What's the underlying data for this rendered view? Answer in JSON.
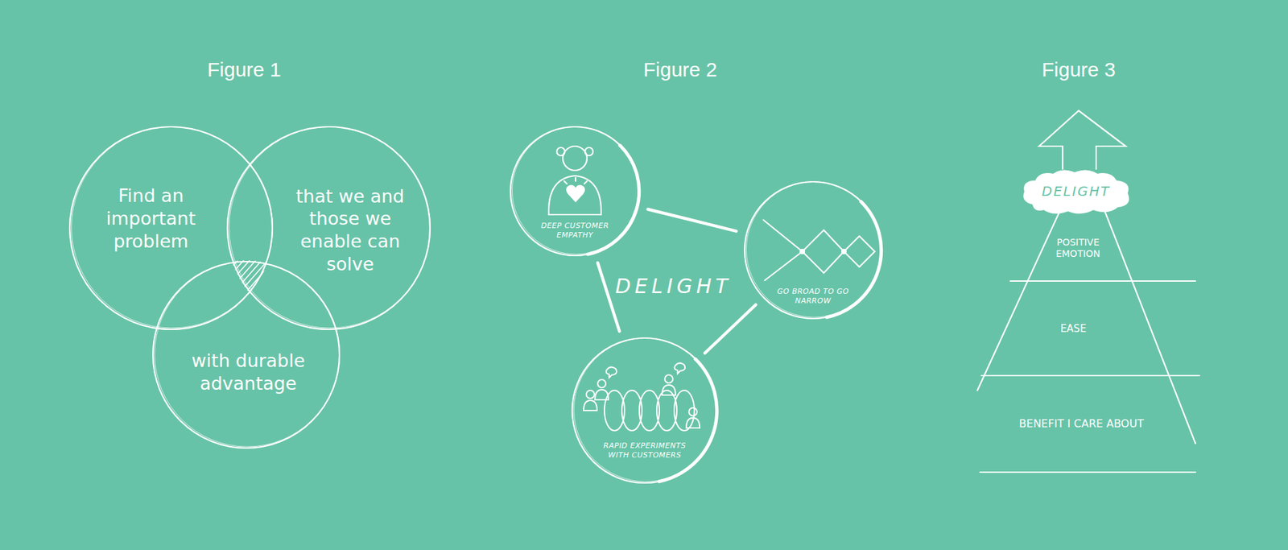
{
  "diagram": {
    "nodes": [
      {
        "text": [
          "Find an important problem"
        ]
      },
      {
        "text": [
          "that we and those we enable can solve"
        ]
      },
      {
        "text": [
          "with durable advantage"
        ]
      },
      {
        "text": [
          "DEEP CUSTOMER EMPATHY"
        ]
      },
      {
        "text": [
          "GO BROAD TO GO NARROW"
        ]
      },
      {
        "text": [
          "RAPID EXPERIMENTS WITH CUSTOMERS"
        ]
      },
      {
        "text": [
          "DELIGHT"
        ]
      },
      {
        "text": [
          "POSITIVE EMOTION"
        ]
      },
      {
        "text": [
          "EASE"
        ]
      },
      {
        "text": [
          "BENEFIT I CARE ABOUT"
        ]
      }
    ],
    "edges": [
      {
        "from": 3,
        "to": 4,
        "arrow": "none"
      },
      {
        "from": 4,
        "to": 5,
        "arrow": "none"
      },
      {
        "from": 5,
        "to": 3,
        "arrow": "none"
      }
    ],
    "labels": [
      "Figure 1",
      "Figure 2",
      "DELIGHT",
      "Figure 3"
    ]
  }
}
